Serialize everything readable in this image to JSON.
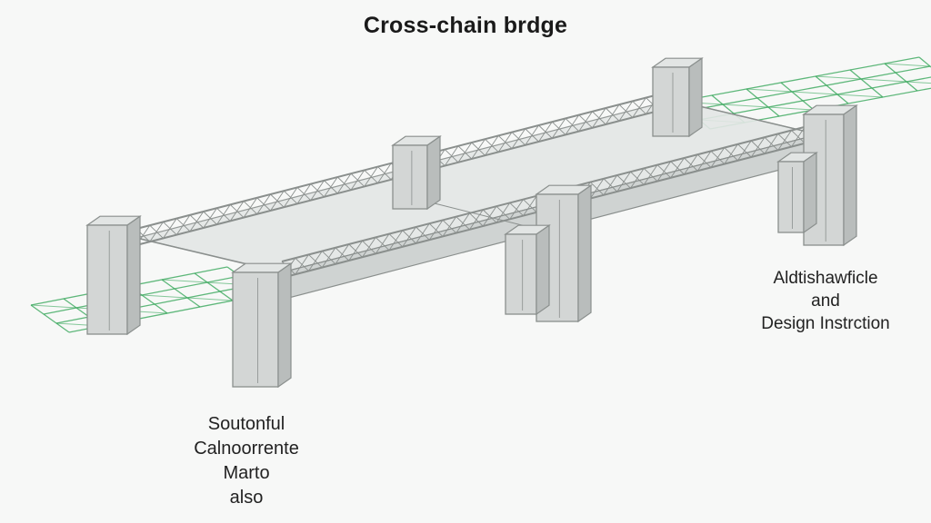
{
  "title": "Cross-chain brdge",
  "labels": {
    "right": [
      "Aldtishawficle",
      "and",
      "Design Instrction"
    ],
    "left": [
      "Soutonful",
      "Calnoorrente",
      "Marto",
      "also"
    ]
  },
  "colors": {
    "structure": "#8a8f8d",
    "pillar_face": "#d3d6d5",
    "pillar_side": "#b9bdbc",
    "deck": "#e4e7e6",
    "chain_link": "#39a85c"
  }
}
